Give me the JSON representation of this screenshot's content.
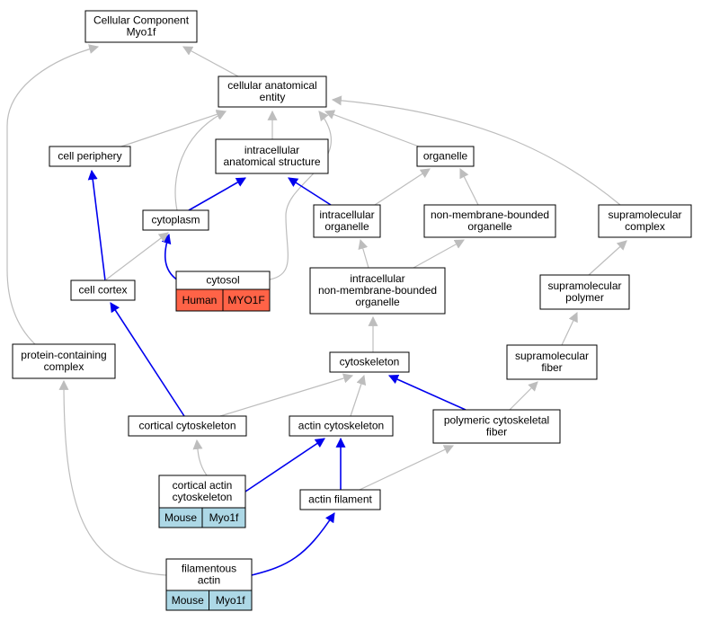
{
  "colors": {
    "is_a_edge": "#bdbdbd",
    "part_of_edge": "#0000ee",
    "human_annotation": "#ff6347",
    "mouse_annotation": "#add8e6",
    "node_border": "#000000",
    "node_fill": "#ffffff"
  },
  "nodes": {
    "root": {
      "lines": [
        "Cellular Component",
        "Myo1f"
      ]
    },
    "cae": {
      "lines": [
        "cellular anatomical",
        "entity"
      ]
    },
    "cellPeriphery": {
      "lines": [
        "cell periphery"
      ]
    },
    "ias": {
      "lines": [
        "intracellular",
        "anatomical structure"
      ]
    },
    "organelle": {
      "lines": [
        "organelle"
      ]
    },
    "cytoplasm": {
      "lines": [
        "cytoplasm"
      ]
    },
    "intracellularOrganelle": {
      "lines": [
        "intracellular",
        "organelle"
      ]
    },
    "nmbo": {
      "lines": [
        "non-membrane-bounded",
        "organelle"
      ]
    },
    "supraComplex": {
      "lines": [
        "supramolecular",
        "complex"
      ]
    },
    "cytosol": {
      "lines": [
        "cytosol"
      ],
      "annotation": [
        "Human",
        "MYO1F"
      ],
      "annotation_species": "human"
    },
    "cellCortex": {
      "lines": [
        "cell cortex"
      ]
    },
    "inmbo": {
      "lines": [
        "intracellular",
        "non-membrane-bounded",
        "organelle"
      ]
    },
    "supraPolymer": {
      "lines": [
        "supramolecular",
        "polymer"
      ]
    },
    "pcc": {
      "lines": [
        "protein-containing",
        "complex"
      ]
    },
    "cytoskeleton": {
      "lines": [
        "cytoskeleton"
      ]
    },
    "supraFiber": {
      "lines": [
        "supramolecular",
        "fiber"
      ]
    },
    "corticalCyto": {
      "lines": [
        "cortical cytoskeleton"
      ]
    },
    "actinCyto": {
      "lines": [
        "actin cytoskeleton"
      ]
    },
    "polyFiber": {
      "lines": [
        "polymeric cytoskeletal",
        "fiber"
      ]
    },
    "corticalActin": {
      "lines": [
        "cortical actin",
        "cytoskeleton"
      ],
      "annotation": [
        "Mouse",
        "Myo1f"
      ],
      "annotation_species": "mouse"
    },
    "actinFilament": {
      "lines": [
        "actin filament"
      ]
    },
    "filamentous": {
      "lines": [
        "filamentous",
        "actin"
      ],
      "annotation": [
        "Mouse",
        "Myo1f"
      ],
      "annotation_species": "mouse"
    }
  },
  "edges": [
    {
      "from": "cae",
      "to": "root",
      "kind": "is_a"
    },
    {
      "from": "pcc",
      "to": "root",
      "kind": "is_a"
    },
    {
      "from": "cellPeriphery",
      "to": "cae",
      "kind": "is_a"
    },
    {
      "from": "ias",
      "to": "cae",
      "kind": "is_a"
    },
    {
      "from": "organelle",
      "to": "cae",
      "kind": "is_a"
    },
    {
      "from": "cytoplasm",
      "to": "cae",
      "kind": "is_a"
    },
    {
      "from": "cytosol",
      "to": "cae",
      "kind": "is_a"
    },
    {
      "from": "supraComplex",
      "to": "cae",
      "kind": "is_a"
    },
    {
      "from": "cellCortex",
      "to": "cellPeriphery",
      "kind": "part_of"
    },
    {
      "from": "cytoplasm",
      "to": "ias",
      "kind": "part_of"
    },
    {
      "from": "intracellularOrganelle",
      "to": "ias",
      "kind": "part_of"
    },
    {
      "from": "intracellularOrganelle",
      "to": "organelle",
      "kind": "is_a"
    },
    {
      "from": "nmbo",
      "to": "organelle",
      "kind": "is_a"
    },
    {
      "from": "cytosol",
      "to": "cytoplasm",
      "kind": "part_of"
    },
    {
      "from": "cellCortex",
      "to": "cytoplasm",
      "kind": "is_a"
    },
    {
      "from": "inmbo",
      "to": "intracellularOrganelle",
      "kind": "is_a"
    },
    {
      "from": "inmbo",
      "to": "nmbo",
      "kind": "is_a"
    },
    {
      "from": "supraPolymer",
      "to": "supraComplex",
      "kind": "is_a"
    },
    {
      "from": "corticalCyto",
      "to": "cellCortex",
      "kind": "part_of"
    },
    {
      "from": "cytoskeleton",
      "to": "inmbo",
      "kind": "is_a"
    },
    {
      "from": "supraFiber",
      "to": "supraPolymer",
      "kind": "is_a"
    },
    {
      "from": "filamentous",
      "to": "pcc",
      "kind": "is_a"
    },
    {
      "from": "corticalCyto",
      "to": "cytoskeleton",
      "kind": "is_a"
    },
    {
      "from": "actinCyto",
      "to": "cytoskeleton",
      "kind": "is_a"
    },
    {
      "from": "polyFiber",
      "to": "cytoskeleton",
      "kind": "part_of"
    },
    {
      "from": "polyFiber",
      "to": "supraFiber",
      "kind": "is_a"
    },
    {
      "from": "corticalActin",
      "to": "corticalCyto",
      "kind": "is_a"
    },
    {
      "from": "corticalActin",
      "to": "actinCyto",
      "kind": "part_of"
    },
    {
      "from": "actinFilament",
      "to": "actinCyto",
      "kind": "part_of"
    },
    {
      "from": "actinFilament",
      "to": "polyFiber",
      "kind": "is_a"
    },
    {
      "from": "filamentous",
      "to": "actinFilament",
      "kind": "part_of"
    }
  ]
}
